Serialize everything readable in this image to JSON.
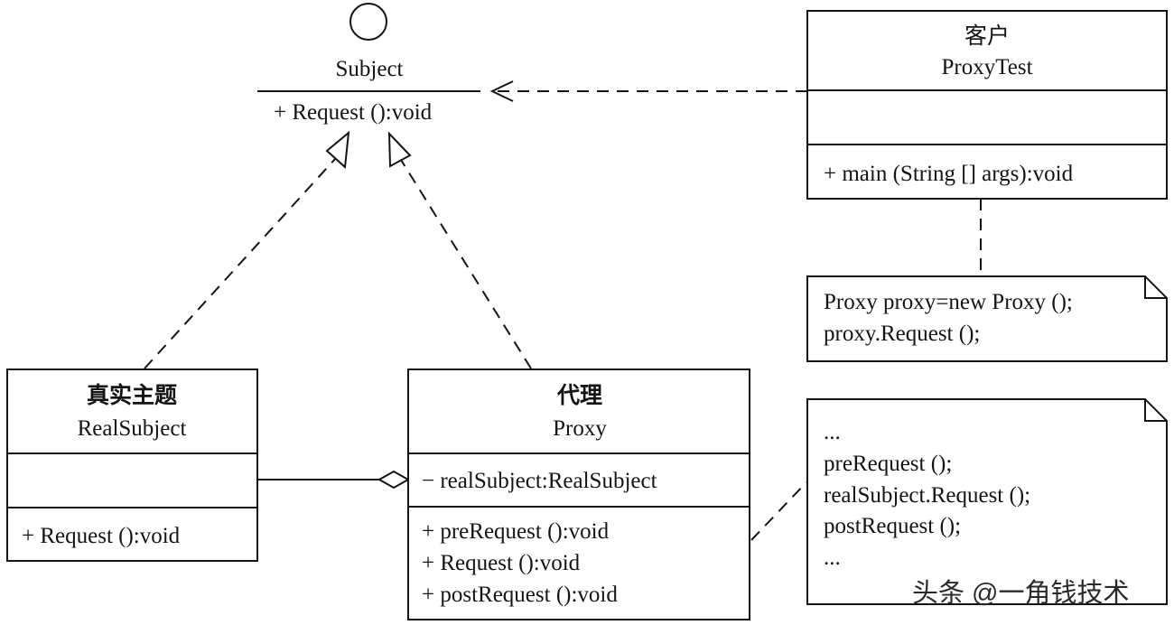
{
  "subject": {
    "name": "Subject",
    "operation": "+ Request ():void"
  },
  "client": {
    "title_cn": "客户",
    "name": "ProxyTest",
    "operation": "+ main (String [] args):void"
  },
  "client_note": {
    "lines": [
      "Proxy proxy=new Proxy ();",
      "proxy.Request ();"
    ]
  },
  "real_subject": {
    "title_cn": "真实主题",
    "name": "RealSubject",
    "operation": "+ Request ():void"
  },
  "proxy": {
    "title_cn": "代理",
    "name": "Proxy",
    "attribute": "− realSubject:RealSubject",
    "operations": [
      "+ preRequest ():void",
      "+ Request ():void",
      "+ postRequest ():void"
    ]
  },
  "proxy_note": {
    "lines": [
      "...",
      "preRequest ();",
      "realSubject.Request ();",
      "postRequest ();",
      "..."
    ]
  },
  "watermark": "头条 @一角钱技术",
  "colors": {
    "ink": "#141414",
    "background": "#ffffff"
  }
}
